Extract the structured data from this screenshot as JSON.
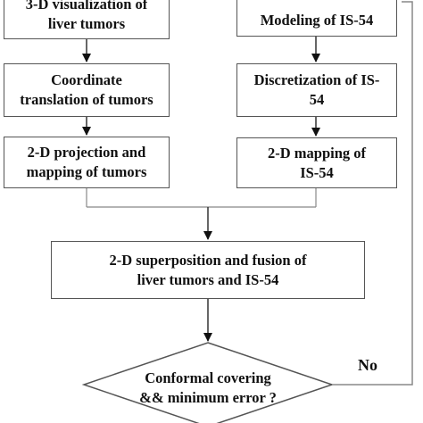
{
  "nodes": {
    "visualization": "3-D visualization of\nliver tumors",
    "coordinate": "Coordinate\ntranslation of tumors",
    "projection": "2-D projection and\nmapping of tumors",
    "modeling": "Modeling of IS-54",
    "discretization": "Discretization of IS-\n54",
    "mapping": "2-D mapping of\nIS-54",
    "superposition": "2-D superposition and fusion of\nliver tumors and IS-54",
    "decision": "Conformal covering\n&& minimum error ?"
  },
  "edge_labels": {
    "no": "No"
  }
}
